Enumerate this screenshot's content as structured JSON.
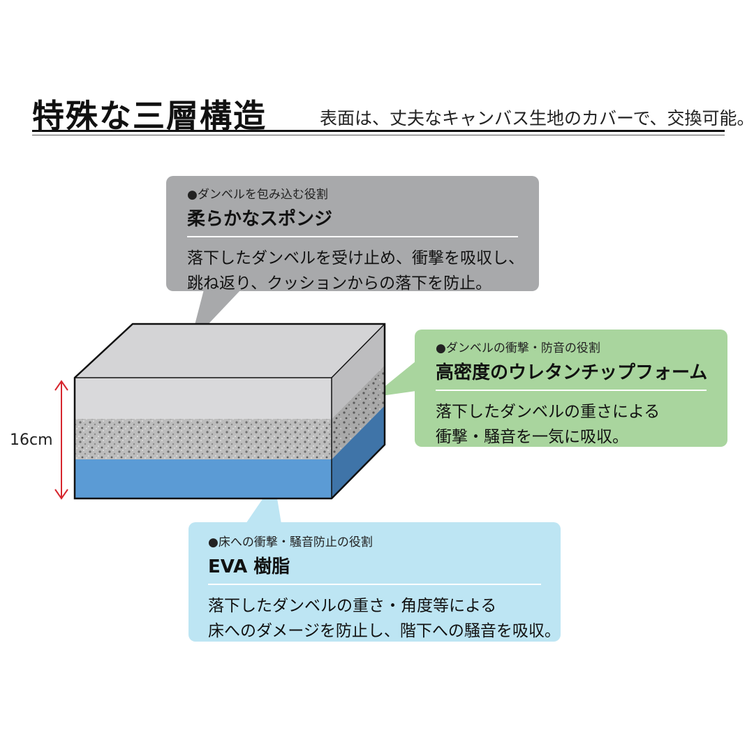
{
  "header": {
    "title": "特殊な三層構造",
    "subtitle": "表面は、丈夫なキャンバス生地のカバーで、交換可能。"
  },
  "dimension": {
    "label": "16cm",
    "color": "#d6262e"
  },
  "layers": {
    "top": {
      "role": "●ダンベルを包み込む役割",
      "name": "柔らかなスポンジ",
      "desc_line1": "落下したダンベルを受け止め、衝撃を吸収し、",
      "desc_line2": "跳ね返り、クッションからの落下を防止。",
      "callout_color": "#a8a9ab",
      "material_color": "#d4d4d6"
    },
    "middle": {
      "role": "●ダンベルの衝撃・防音の役割",
      "name": "高密度のウレタンチップフォーム",
      "desc_line1": "落下したダンベルの重さによる",
      "desc_line2": "衝撃・騒音を一気に吸収。",
      "callout_color": "#a9d59e",
      "material_color": "#b9b9b9"
    },
    "bottom": {
      "role": "●床への衝撃・騒音防止の役割",
      "name": "EVA 樹脂",
      "desc_line1": "落下したダンベルの重さ・角度等による",
      "desc_line2": "床へのダメージを防止し、階下への騒音を吸収。",
      "callout_color": "#bde5f3",
      "material_color": "#5b9bd5"
    }
  }
}
